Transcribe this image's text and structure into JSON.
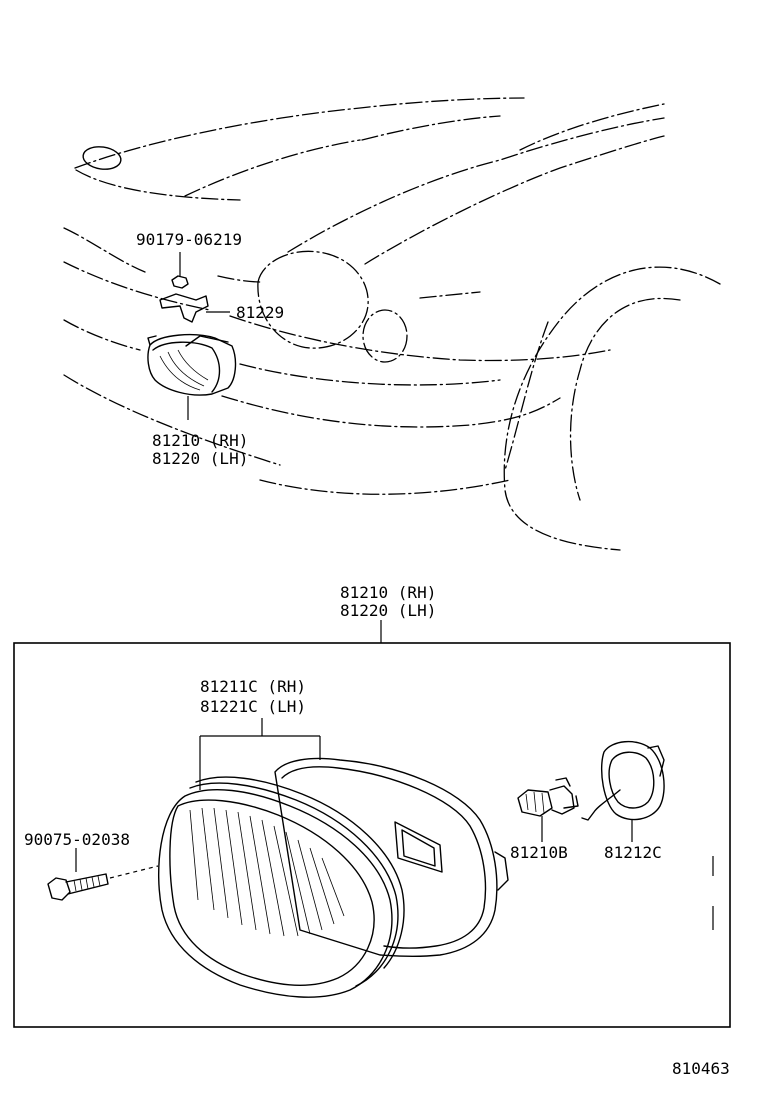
{
  "labels": {
    "nut_part": "90179-06219",
    "bracket_part": "81229",
    "lamp_rh_top": "81210 (RH)",
    "lamp_lh_top": "81220 (LH)",
    "assy_rh": "81210 (RH)",
    "assy_lh": "81220 (LH)",
    "lens_rh": "81211C (RH)",
    "lens_lh": "81221C (LH)",
    "screw_part": "90075-02038",
    "bulb_part": "81210B",
    "socket_part": "81212C",
    "diagram_id": "810463"
  }
}
